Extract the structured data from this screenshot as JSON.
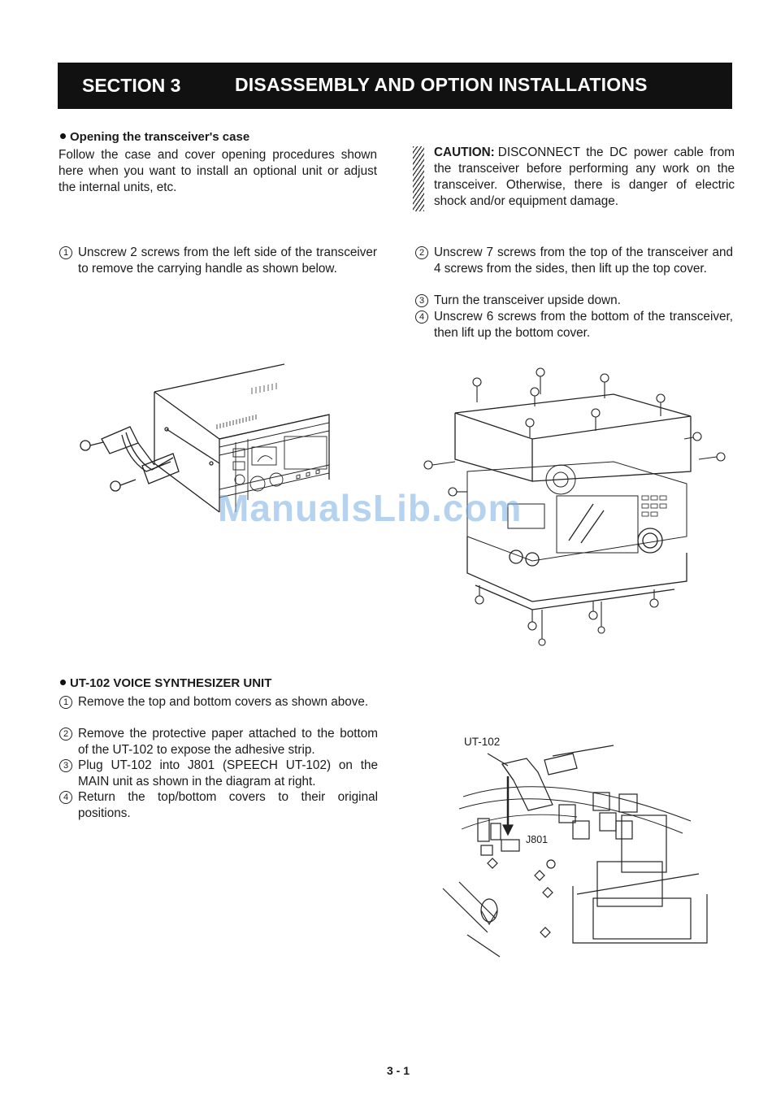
{
  "header": {
    "section_number": "SECTION 3",
    "title": "DISASSEMBLY AND OPTION INSTALLATIONS"
  },
  "opening_case": {
    "heading": "Opening the transceiver's case",
    "intro": "Follow the case and cover opening procedures shown here when you want to install an optional unit or adjust the internal units, etc.",
    "steps": [
      {
        "num": "1",
        "text": "Unscrew 2 screws from the left side of the transceiver to remove the carrying handle as shown below."
      },
      {
        "num": "2",
        "text": "Unscrew 7 screws from the top of the transceiver and 4 screws from the sides, then lift up the top cover."
      },
      {
        "num": "3",
        "text": "Turn the transceiver upside down."
      },
      {
        "num": "4",
        "text": "Unscrew 6 screws from the bottom of the transceiver, then lift up the bottom cover."
      }
    ]
  },
  "caution": {
    "label": "CAUTION:",
    "text": "DISCONNECT the DC power cable from the transceiver before performing any work on the transceiver. Otherwise, there is danger of electric shock and/or equipment damage."
  },
  "ut102": {
    "heading": "UT-102 VOICE SYNTHESIZER UNIT",
    "steps": [
      {
        "num": "1",
        "text": "Remove the top and bottom covers as shown above."
      },
      {
        "num": "2",
        "text": "Remove the protective paper attached to the bottom of the UT-102 to expose the adhesive strip."
      },
      {
        "num": "3",
        "text": "Plug UT-102 into J801 (SPEECH UT-102) on the MAIN unit as shown in the diagram at right."
      },
      {
        "num": "4",
        "text": "Return the top/bottom covers to their original positions."
      }
    ],
    "diagram_labels": {
      "unit": "UT-102",
      "jack": "J801"
    }
  },
  "watermark": "ManualsLib.com",
  "page_number": "3 - 1"
}
